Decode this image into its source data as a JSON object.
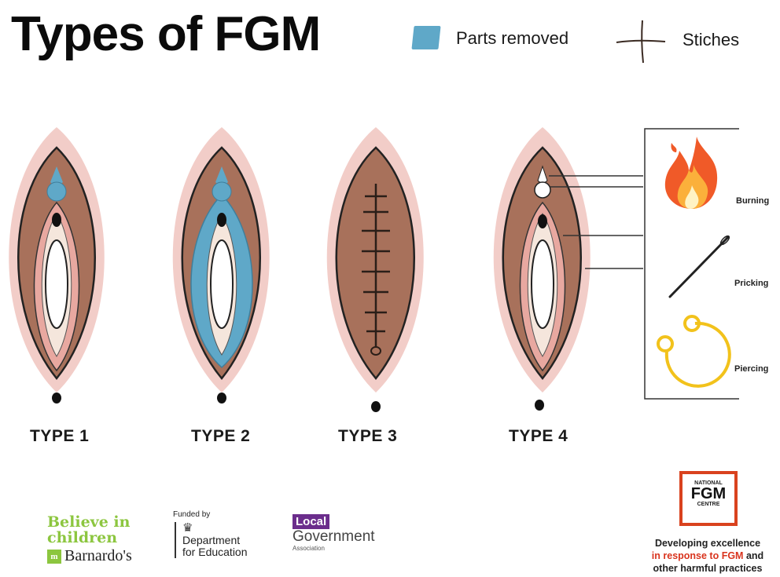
{
  "title": "Types of FGM",
  "legend": {
    "removed_label": "Parts removed",
    "stitches_label": "Stiches"
  },
  "types": [
    "TYPE 1",
    "TYPE 2",
    "TYPE 3",
    "TYPE 4"
  ],
  "type4_methods": [
    "Burning",
    "Pricking",
    "Piercing"
  ],
  "logos": {
    "barnardos": {
      "line1": "Believe in",
      "line2": "children",
      "name": "Barnardo's"
    },
    "dfe": {
      "funded_by": "Funded by",
      "line1": "Department",
      "line2": "for Education"
    },
    "lga": {
      "local": "Local",
      "line1": "Government",
      "line2": "Association"
    },
    "fgm_centre": {
      "top": "NATIONAL",
      "middle": "FGM",
      "bottom": "CENTRE"
    }
  },
  "tagline": {
    "part1": "Developing excellence",
    "part2": "in response to FGM",
    "part3": "and",
    "part4": "other harmful practices"
  },
  "colors": {
    "removed": "#5fa8c8",
    "skin": "#a8715b",
    "outer": "#f2cdc8",
    "inner": "#e8a8a0",
    "fgm_red": "#d9341e",
    "lga_purple": "#6b2d8c",
    "barnardos_green": "#8cc63f"
  }
}
